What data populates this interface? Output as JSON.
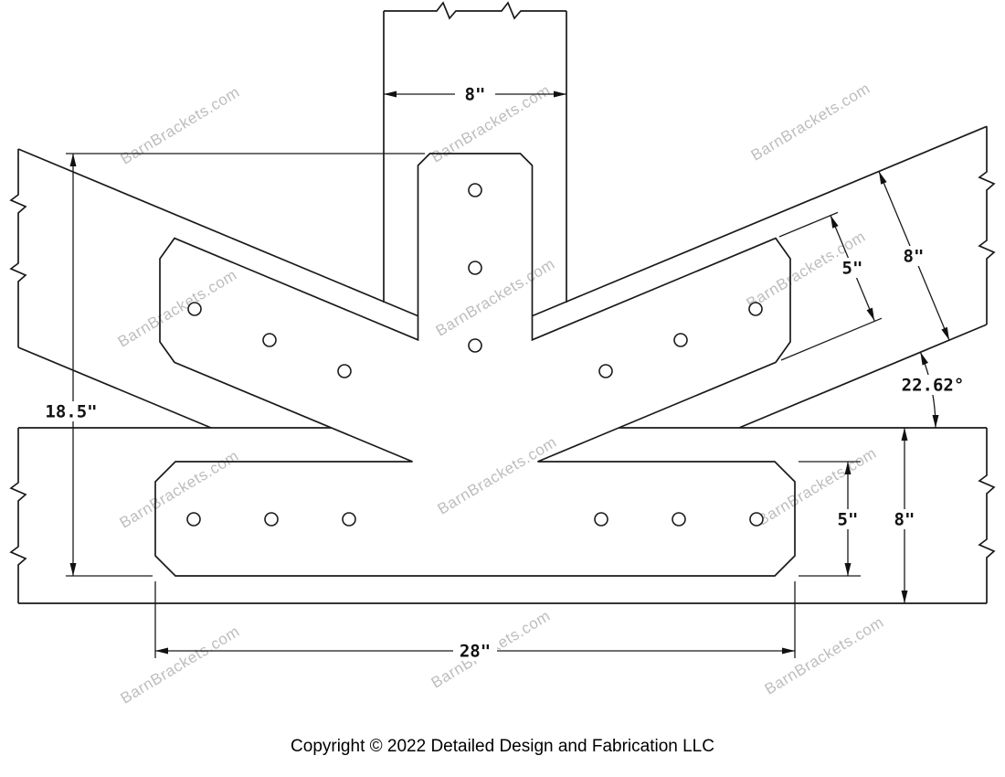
{
  "watermark": {
    "text": "BarnBrackets.com"
  },
  "footer": {
    "copyright": "Copyright © 2022 Detailed Design and Fabrication LLC"
  },
  "dimensions": {
    "post_width": "8\"",
    "bracket_height": "18.5\"",
    "brace_strap_width": "5\"",
    "brace_beam_width": "8\"",
    "brace_angle": "22.62°",
    "beam_strap_width": "5\"",
    "beam_height": "8\"",
    "bracket_width": "28\""
  },
  "colors": {
    "line": "#1a1a1a",
    "watermark": "#bdbdbd",
    "background": "#ffffff"
  }
}
